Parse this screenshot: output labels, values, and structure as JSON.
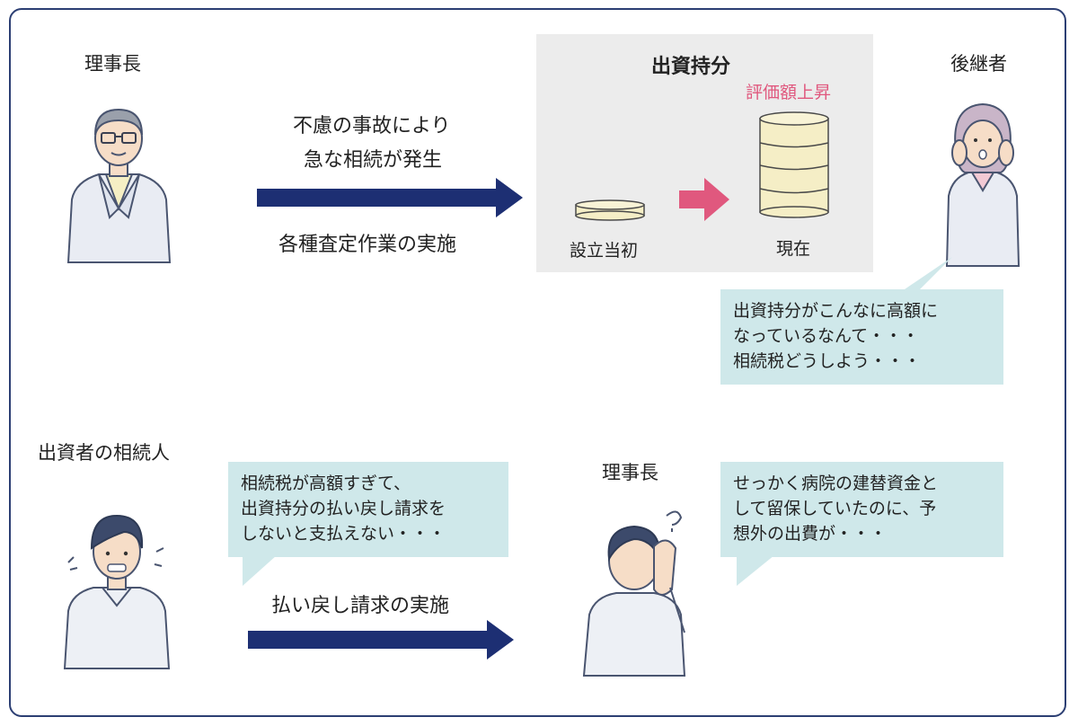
{
  "scene1": {
    "left_label": "理事長",
    "arrow_top_lines": [
      "不慮の事故により",
      "急な相続が発生"
    ],
    "arrow_bottom": "各種査定作業の実施",
    "panel": {
      "title": "出資持分",
      "highlight": "評価額上昇",
      "left_caption": "設立当初",
      "right_caption": "現在"
    },
    "right_label": "後継者",
    "bubble_lines": [
      "出資持分がこんなに高額に",
      "なっているなんて・・・",
      "相続税どうしよう・・・"
    ]
  },
  "scene2": {
    "left_label": "出資者の相続人",
    "bubble_left_lines": [
      "相続税が高額すぎて、",
      "出資持分の払い戻し請求を",
      "しないと支払えない・・・"
    ],
    "arrow_label": "払い戻し請求の実施",
    "right_label": "理事長",
    "bubble_right_lines": [
      "せっかく病院の建替資金と",
      "して留保していたのに、予",
      "想外の出費が・・・"
    ]
  },
  "colors": {
    "frame": "#2c3f73",
    "arrow_navy": "#1d2f73",
    "arrow_pink": "#e0587e",
    "bubble": "#cfe8ea",
    "panel": "#ececec",
    "highlight_text": "#e0587e"
  }
}
